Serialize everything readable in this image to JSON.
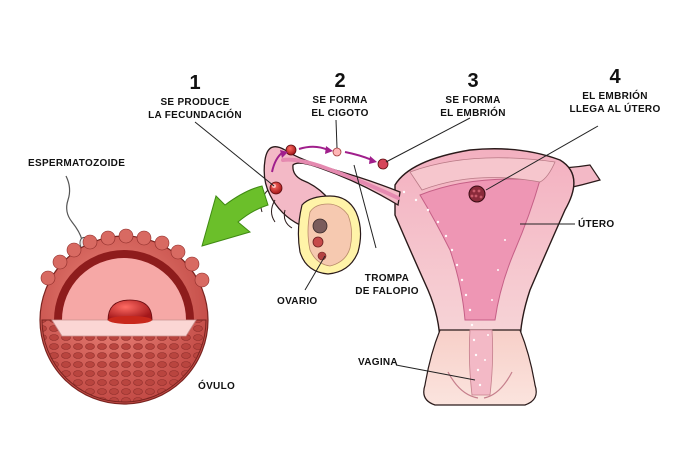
{
  "steps": [
    {
      "number": "1",
      "line1": "SE PRODUCE",
      "line2": "LA FECUNDACIÓN"
    },
    {
      "number": "2",
      "line1": "SE FORMA",
      "line2": "EL CIGOTO"
    },
    {
      "number": "3",
      "line1": "SE FORMA",
      "line2": "EL EMBRIÓN"
    },
    {
      "number": "4",
      "line1": "EL EMBRIÓN",
      "line2": "LLEGA AL ÚTERO"
    }
  ],
  "labels": {
    "sperm": "ESPERMATOZOIDE",
    "ovum": "ÓVULO",
    "ovary": "OVARIO",
    "tube_line1": "TROMPA",
    "tube_line2": "DE FALOPIO",
    "uterus": "ÚTERO",
    "vagina": "VAGINA"
  },
  "colors": {
    "outline": "#2a1a1a",
    "uterus_pink": "#f2a6c4",
    "uterus_light": "#f9d2dc",
    "ovum_outer": "#d9605a",
    "ovum_inner": "#f4a6a2",
    "nucleus": "#c8281c",
    "arrow_green": "#6bbf2a",
    "path_arrow": "#a01f8c"
  }
}
